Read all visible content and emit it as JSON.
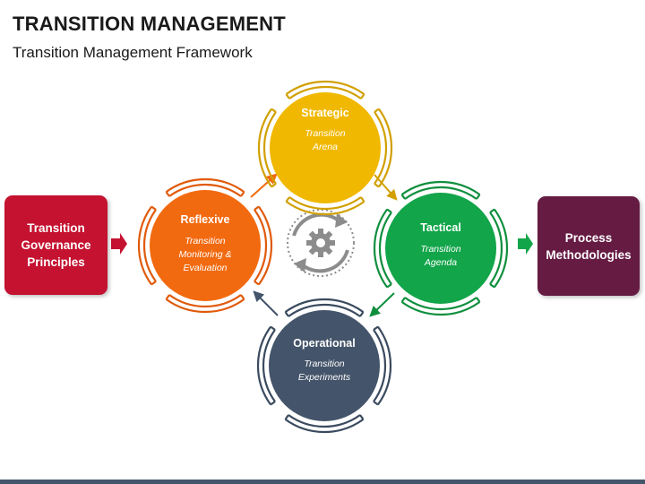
{
  "title": "TRANSITION MANAGEMENT",
  "subtitle": "Transition Management Framework",
  "left_box": {
    "label": "Transition Governance Principles"
  },
  "right_box": {
    "label": "Process Methodologies"
  },
  "nodes": {
    "strategic": {
      "title": "Strategic",
      "line1": "Transition",
      "line2": "Arena",
      "color": "#f0b800",
      "ring": "#d1a000"
    },
    "reflexive": {
      "title": "Reflexive",
      "line1": "Transition",
      "line2": "Monitoring &",
      "line3": "Evaluation",
      "color": "#f26a10",
      "ring": "#e05a0a"
    },
    "tactical": {
      "title": "Tactical",
      "line1": "Transition",
      "line2": "Agenda",
      "color": "#12a54a",
      "ring": "#0f8f3e"
    },
    "operational": {
      "title": "Operational",
      "line1": "Transition",
      "line2": "Experiments",
      "color": "#44546a",
      "ring": "#3a4a5e"
    }
  },
  "center_icon": "cycle-gear-icon",
  "colors": {
    "bottom_bar": "#44546a",
    "arrow_left": "#c41230",
    "arrow_right": "#12a54a",
    "center_icon": "#8c8c8c"
  }
}
